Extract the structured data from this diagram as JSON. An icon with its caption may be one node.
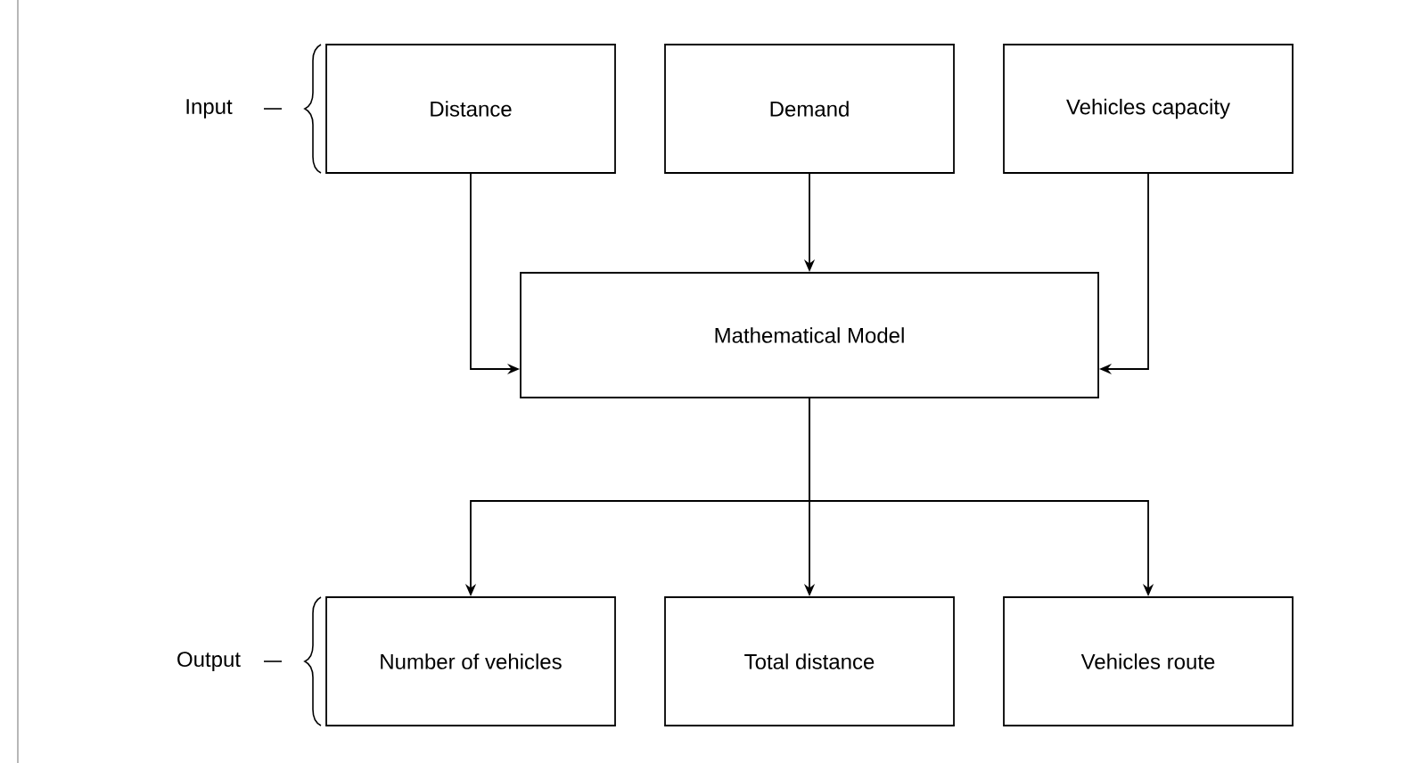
{
  "diagram": {
    "nodes": [
      {
        "text": [
          "Distance"
        ]
      },
      {
        "text": [
          "Demand"
        ]
      },
      {
        "text": [
          "Vehicles capacity"
        ]
      },
      {
        "text": [
          "Mathematical Model"
        ]
      },
      {
        "text": [
          "Number of vehicles"
        ]
      },
      {
        "text": [
          "Total distance"
        ]
      },
      {
        "text": [
          "Vehicles route"
        ]
      }
    ],
    "edges": [
      {
        "from": 0,
        "to": 3,
        "arrow": "to"
      },
      {
        "from": 1,
        "to": 3,
        "arrow": "to"
      },
      {
        "from": 2,
        "to": 3,
        "arrow": "to"
      },
      {
        "from": 3,
        "to": 4,
        "arrow": "to"
      },
      {
        "from": 3,
        "to": 5,
        "arrow": "to"
      },
      {
        "from": 3,
        "to": 6,
        "arrow": "to"
      }
    ],
    "labels": [
      "Input",
      "Output"
    ]
  }
}
